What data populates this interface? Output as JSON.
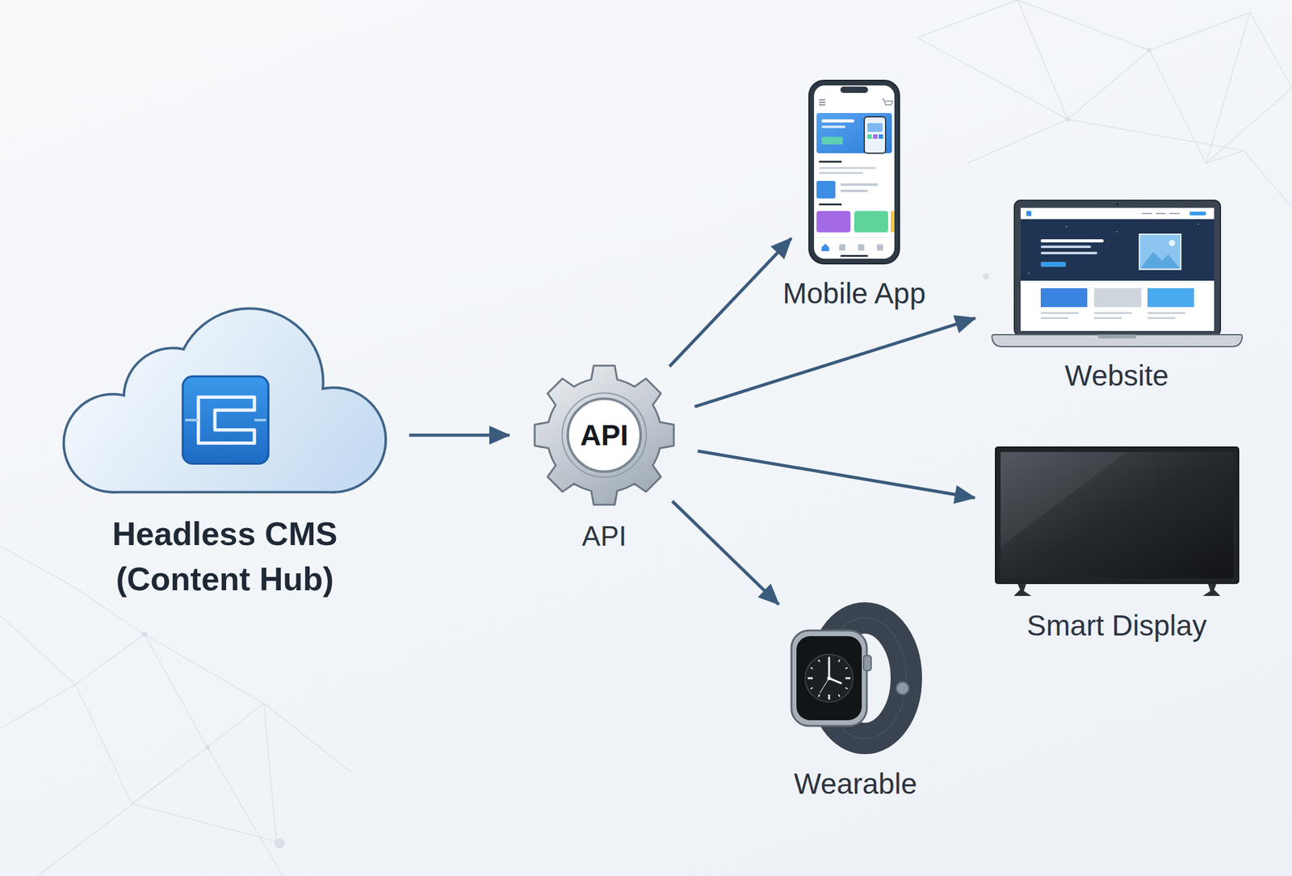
{
  "diagram": {
    "nodes": [
      {
        "text": [
          "Headless CMS (Content Hub)"
        ]
      },
      {
        "text": [
          "API",
          "API"
        ]
      },
      {
        "text": [
          "Mobile App"
        ]
      },
      {
        "text": [
          "Website"
        ]
      },
      {
        "text": [
          "Smart Display"
        ]
      },
      {
        "text": [
          "Wearable"
        ]
      }
    ],
    "edges": [
      {
        "from": 0,
        "to": 1,
        "arrow": "to"
      },
      {
        "from": 1,
        "to": 2,
        "arrow": "to"
      },
      {
        "from": 1,
        "to": 3,
        "arrow": "to"
      },
      {
        "from": 1,
        "to": 4,
        "arrow": "to"
      },
      {
        "from": 1,
        "to": 5,
        "arrow": "to"
      }
    ]
  }
}
